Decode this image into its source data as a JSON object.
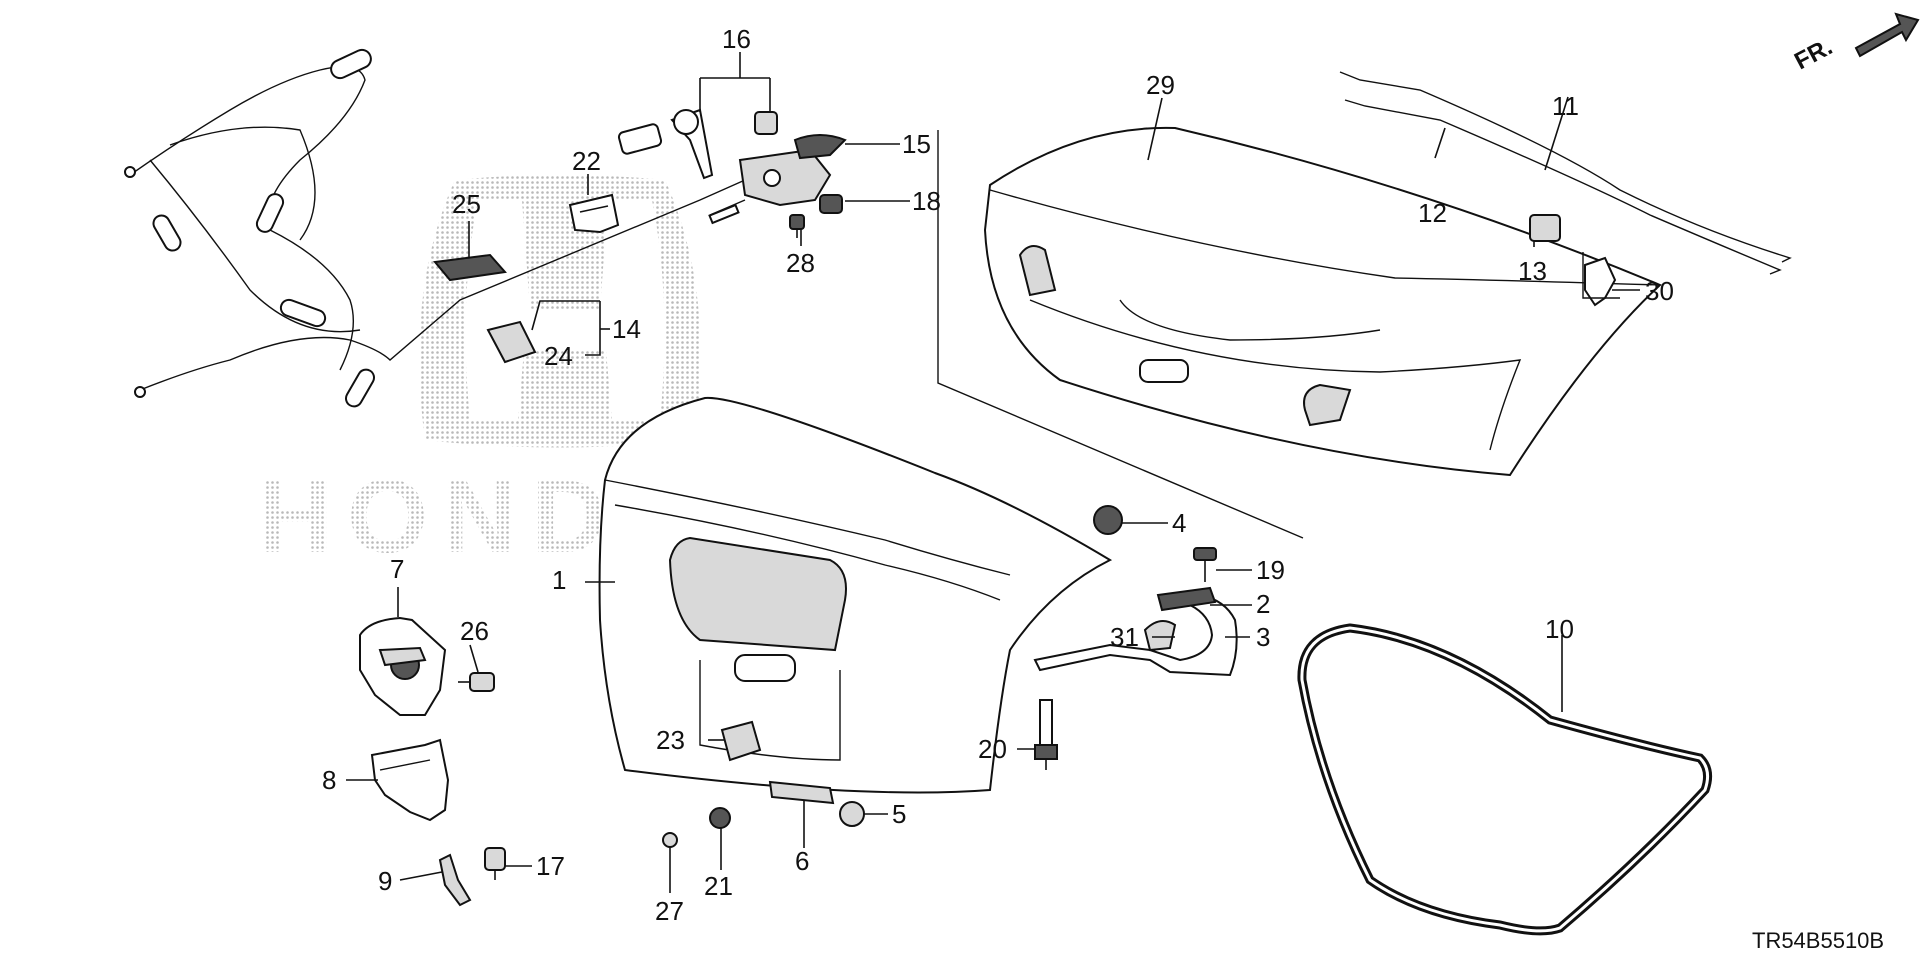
{
  "diagram": {
    "brand_watermark": "HONDA",
    "orientation_label": "FR.",
    "diagram_code": "TR54B5510B",
    "callouts": [
      "1",
      "2",
      "3",
      "4",
      "5",
      "6",
      "7",
      "8",
      "9",
      "10",
      "11",
      "12",
      "13",
      "14",
      "15",
      "16",
      "17",
      "18",
      "19",
      "20",
      "21",
      "22",
      "23",
      "24",
      "25",
      "26",
      "27",
      "28",
      "29",
      "30",
      "31"
    ]
  }
}
